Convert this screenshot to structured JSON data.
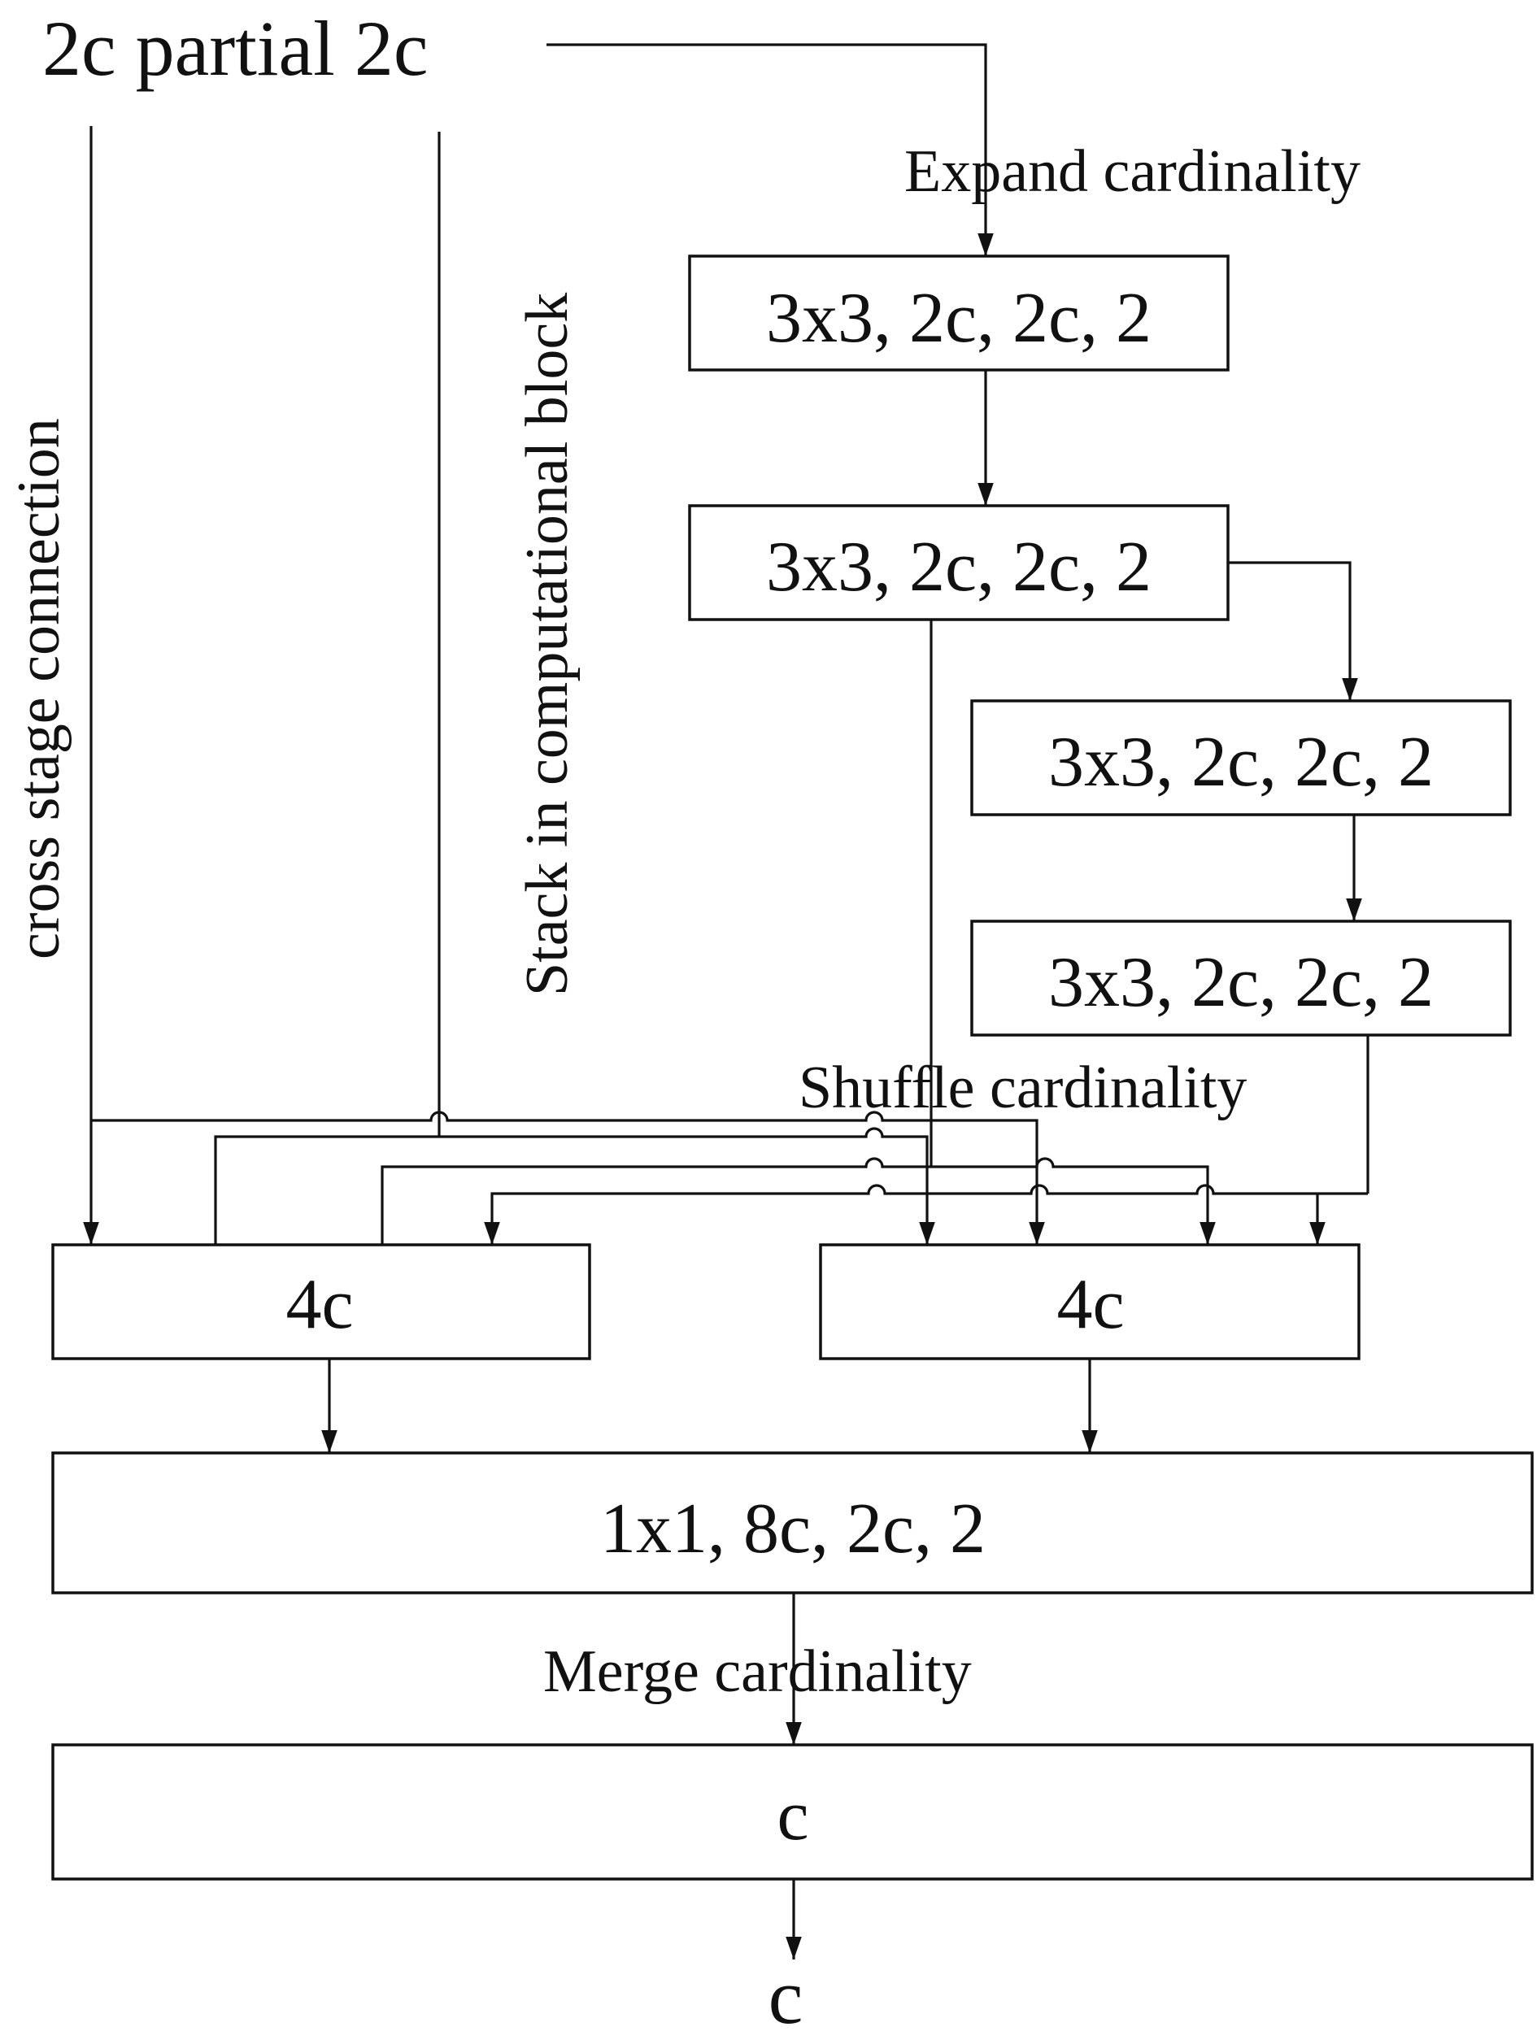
{
  "input_label": "2c partial 2c",
  "edge_labels": {
    "cross_stage": "cross stage connection",
    "stack": "Stack in computational block",
    "expand": "Expand cardinality",
    "shuffle": "Shuffle cardinality",
    "merge": "Merge cardinality"
  },
  "blocks": {
    "conv1": "3x3, 2c, 2c, 2",
    "conv2": "3x3, 2c, 2c, 2",
    "conv3": "3x3, 2c, 2c, 2",
    "conv4": "3x3, 2c, 2c, 2",
    "concat_left": "4c",
    "concat_right": "4c",
    "transition": "1x1, 8c, 2c, 2",
    "output_block": "c"
  },
  "output_label": "c"
}
